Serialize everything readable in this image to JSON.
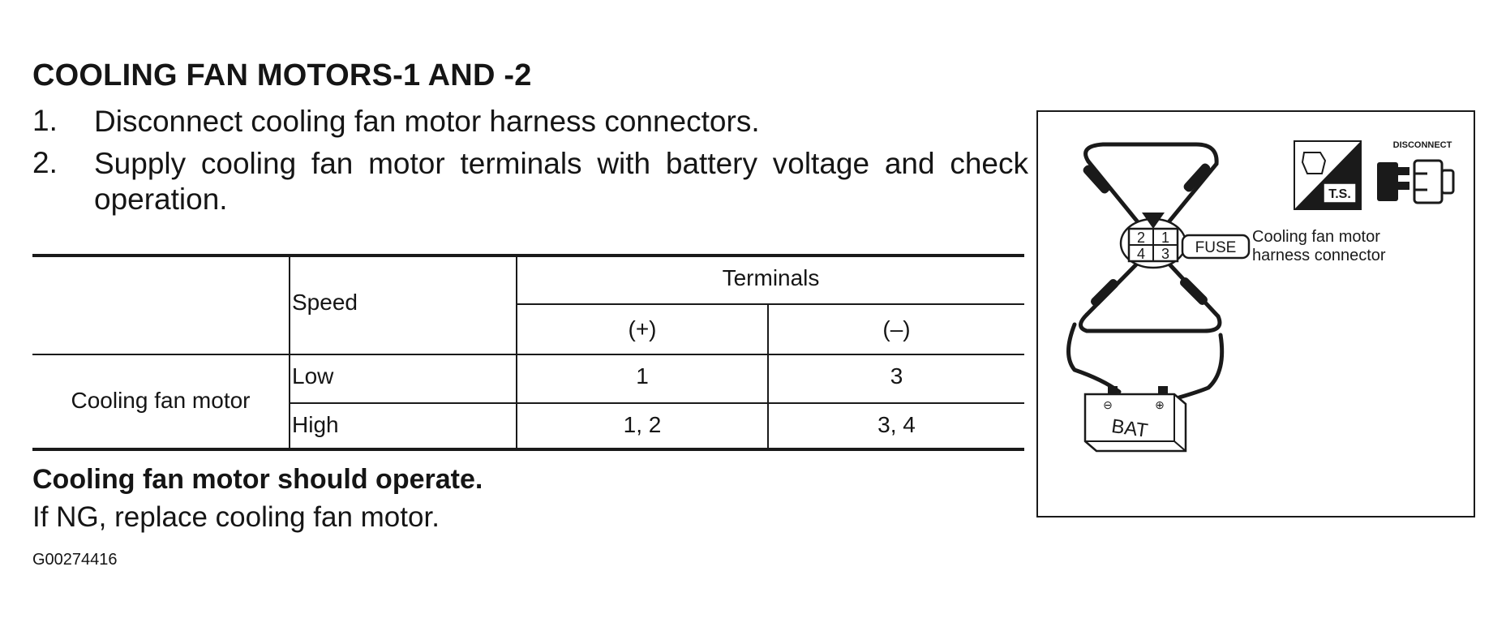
{
  "title": "COOLING FAN MOTORS-1 AND -2",
  "steps": [
    {
      "number": "1.",
      "text": "Disconnect cooling fan motor harness connectors."
    },
    {
      "number": "2.",
      "text": "Supply cooling fan motor terminals with battery voltage and check operation."
    }
  ],
  "table": {
    "header": {
      "speed": "Speed",
      "terminals": "Terminals",
      "plus": "(+)",
      "minus": "(–)"
    },
    "row_label": "Cooling fan motor",
    "rows": [
      {
        "speed": "Low",
        "plus": "1",
        "minus": "3"
      },
      {
        "speed": "High",
        "plus": "1, 2",
        "minus": "3, 4"
      }
    ]
  },
  "figure": {
    "fuse_label": "FUSE",
    "battery_label": "BAT",
    "connector_pins": [
      "2",
      "1",
      "4",
      "3"
    ],
    "connector_label": [
      "Cooling fan motor",
      "harness connector"
    ],
    "icon_ts_label": "T.S.",
    "icon_disconnect_label": "DISCONNECT"
  },
  "result": "Cooling fan motor should operate.",
  "note": "If NG, replace cooling fan motor.",
  "code": "G00274416"
}
